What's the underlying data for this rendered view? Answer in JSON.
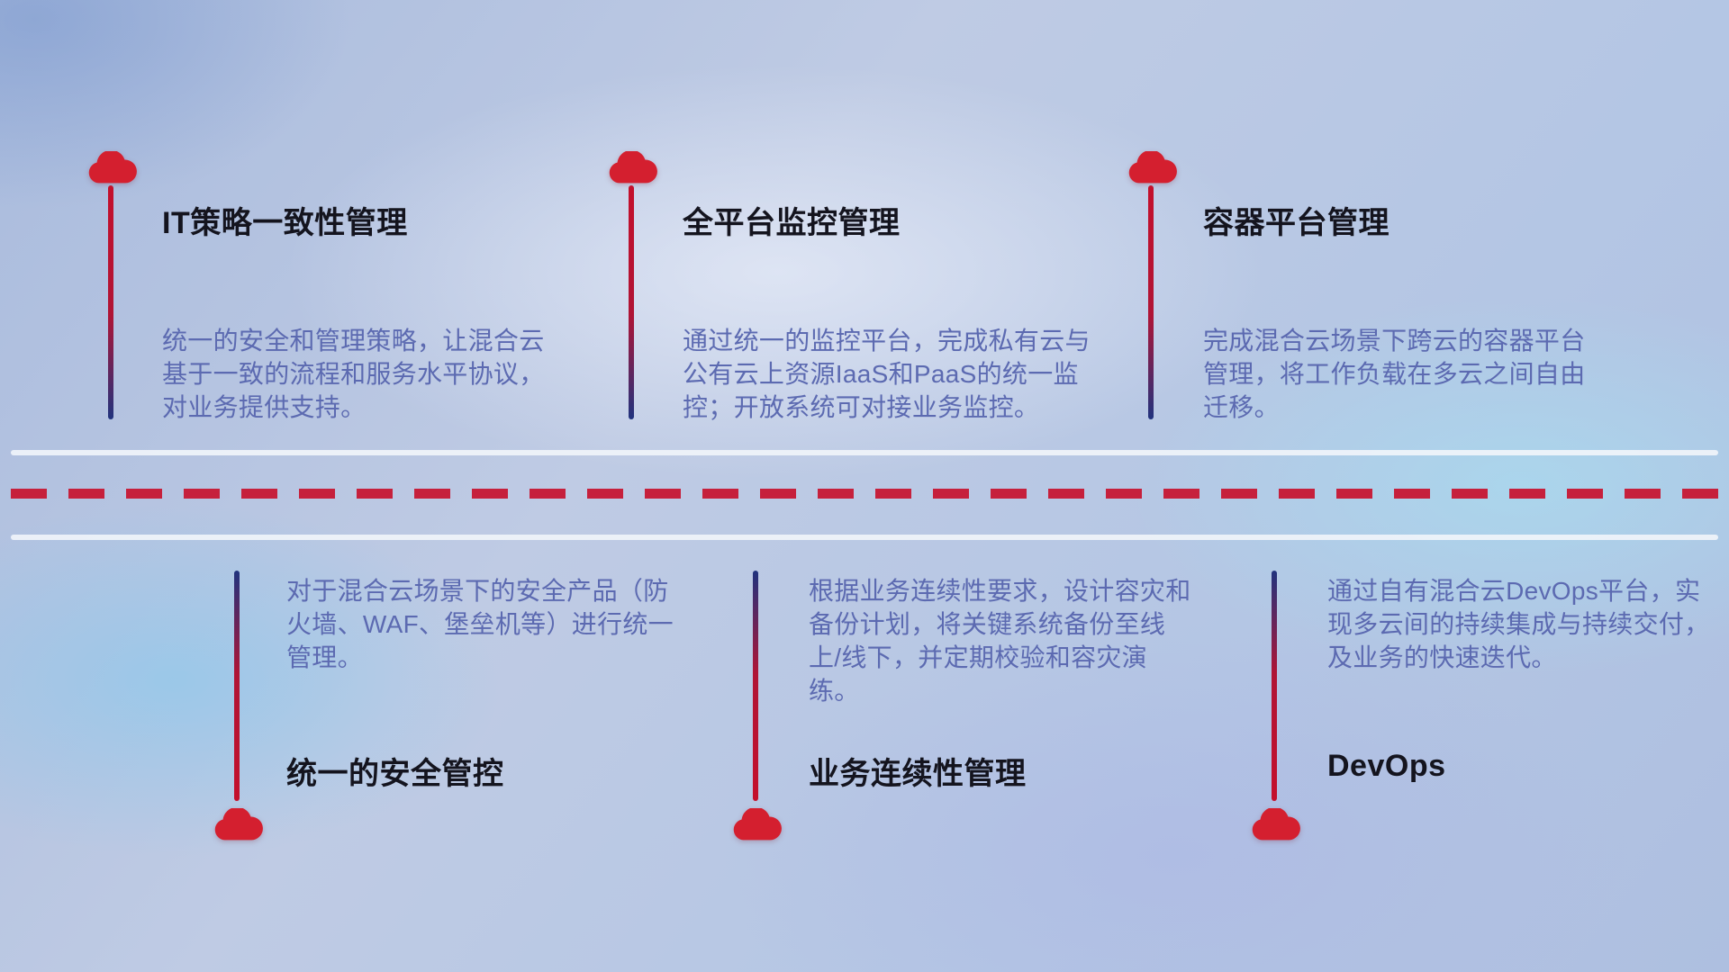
{
  "palette": {
    "cloud_red": "#d41f2f",
    "dash_red": "#c6203c",
    "line_red": "#c4102c",
    "line_blue": "#20337e",
    "title_color": "#14141e",
    "desc_color": "#5c6ab1",
    "rule_color": "#eef2f9"
  },
  "items": [
    {
      "title": "IT策略一致性管理",
      "description": "统一的安全和管理策略，让混合云基于一致的流程和服务水平协议，对业务提供支持。"
    },
    {
      "title": "全平台监控管理",
      "description": "通过统一的监控平台，完成私有云与公有云上资源IaaS和PaaS的统一监控；开放系统可对接业务监控。"
    },
    {
      "title": "容器平台管理",
      "description": "完成混合云场景下跨云的容器平台管理，将工作负载在多云之间自由迁移。"
    },
    {
      "title": "统一的安全管控",
      "description": "对于混合云场景下的安全产品（防火墙、WAF、堡垒机等）进行统一管理。"
    },
    {
      "title": "业务连续性管理",
      "description": "根据业务连续性要求，设计容灾和备份计划，将关键系统备份至线上/线下，并定期校验和容灾演练。"
    },
    {
      "title": "DevOps",
      "description": "通过自有混合云DevOps平台，实现多云间的持续集成与持续交付，及业务的快速迭代。"
    }
  ]
}
